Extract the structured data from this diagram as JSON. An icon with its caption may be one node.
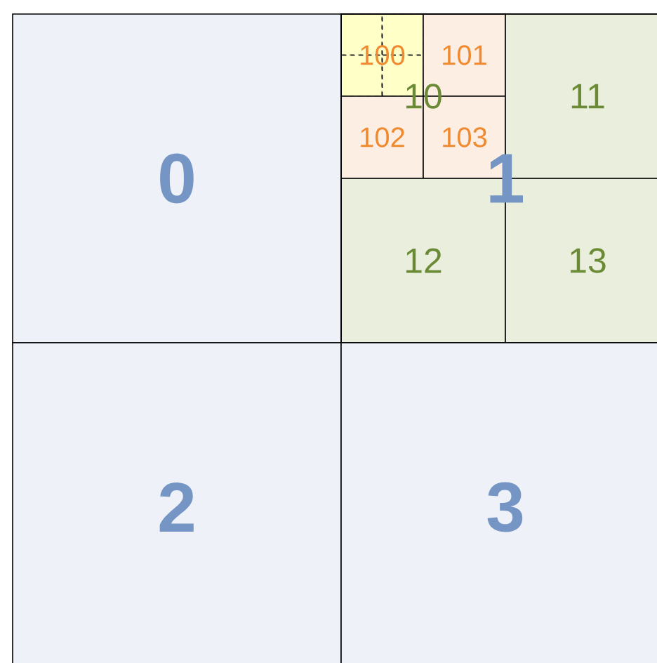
{
  "diagram": {
    "nodes": [
      {
        "text": [
          "0"
        ]
      },
      {
        "text": [
          "1"
        ]
      },
      {
        "text": [
          "10"
        ],
        "in": 1
      },
      {
        "text": [
          "100"
        ],
        "in": 2
      },
      {
        "text": [],
        "shape": "box",
        "in": 3
      },
      {
        "text": [],
        "shape": "box",
        "in": 3
      },
      {
        "text": [],
        "shape": "box",
        "in": 3
      },
      {
        "text": [],
        "shape": "box",
        "in": 3
      },
      {
        "text": [
          "101"
        ],
        "in": 2
      },
      {
        "text": [
          "102"
        ],
        "in": 2
      },
      {
        "text": [
          "103"
        ],
        "in": 2
      },
      {
        "text": [
          "11"
        ],
        "in": 1
      },
      {
        "text": [
          "12"
        ],
        "in": 1
      },
      {
        "text": [
          "13"
        ],
        "in": 1
      },
      {
        "text": [
          "2"
        ]
      },
      {
        "text": [
          "3"
        ]
      }
    ]
  }
}
